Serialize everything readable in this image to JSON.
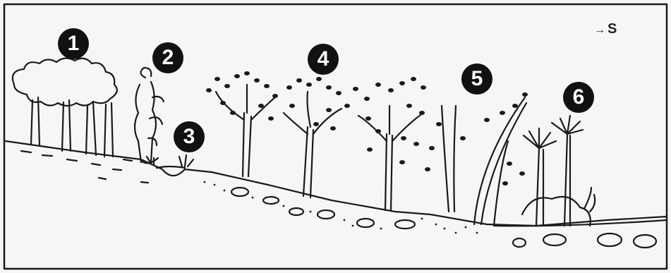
{
  "figure": {
    "labels": [
      "1",
      "2",
      "3",
      "4",
      "5",
      "6"
    ],
    "compass": {
      "arrow": "→",
      "direction": "S"
    },
    "colors": {
      "ink": "#1a1a1a",
      "paper": "#f6f6f4",
      "badge": "#111111"
    }
  }
}
